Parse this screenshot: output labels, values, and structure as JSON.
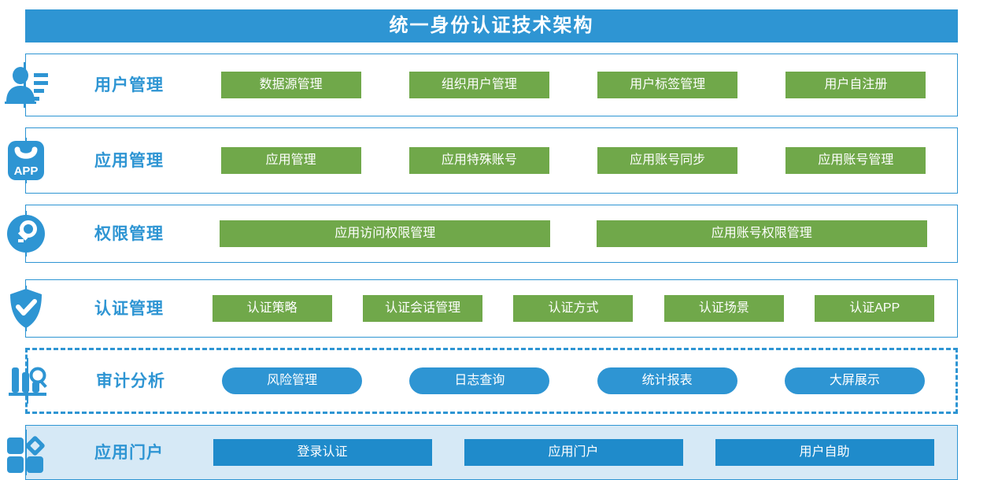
{
  "title": "统一身份认证技术架构",
  "colors": {
    "header_blue": "#2E95D3",
    "chip_green": "#70A84A",
    "chip_blue": "#2E95D3",
    "portal_blue": "#1F8BCB",
    "portal_band": "#D6E9F6",
    "label_blue": "#2E95D3"
  },
  "rows": [
    {
      "label": "用户管理",
      "icon": "user-profile-icon",
      "style": "solid",
      "chip_style": "green",
      "items": [
        {
          "label": "数据源管理"
        },
        {
          "label": "组织用户管理"
        },
        {
          "label": "用户标签管理"
        },
        {
          "label": "用户自注册"
        }
      ]
    },
    {
      "label": "应用管理",
      "icon": "app-badge-icon",
      "style": "solid",
      "chip_style": "green",
      "items": [
        {
          "label": "应用管理"
        },
        {
          "label": "应用特殊账号"
        },
        {
          "label": "应用账号同步"
        },
        {
          "label": "应用账号管理"
        }
      ]
    },
    {
      "label": "权限管理",
      "icon": "key-circle-icon",
      "style": "solid",
      "chip_style": "green wide",
      "items": [
        {
          "label": "应用访问权限管理"
        },
        {
          "label": "应用账号权限管理"
        }
      ]
    },
    {
      "label": "认证管理",
      "icon": "shield-check-icon",
      "style": "solid",
      "chip_style": "green",
      "items": [
        {
          "label": "认证策略"
        },
        {
          "label": "认证会话管理"
        },
        {
          "label": "认证方式"
        },
        {
          "label": "认证场景"
        },
        {
          "label": "认证APP"
        }
      ]
    },
    {
      "label": "审计分析",
      "icon": "bar-chart-magnifier-icon",
      "style": "dashed",
      "chip_style": "blue-round",
      "items": [
        {
          "label": "风险管理"
        },
        {
          "label": "日志查询"
        },
        {
          "label": "统计报表"
        },
        {
          "label": "大屏展示"
        }
      ]
    },
    {
      "label": "应用门户",
      "icon": "portal-squares-icon",
      "style": "filled",
      "chip_style": "blue-flat",
      "items": [
        {
          "label": "登录认证"
        },
        {
          "label": "应用门户"
        },
        {
          "label": "用户自助"
        }
      ]
    }
  ]
}
